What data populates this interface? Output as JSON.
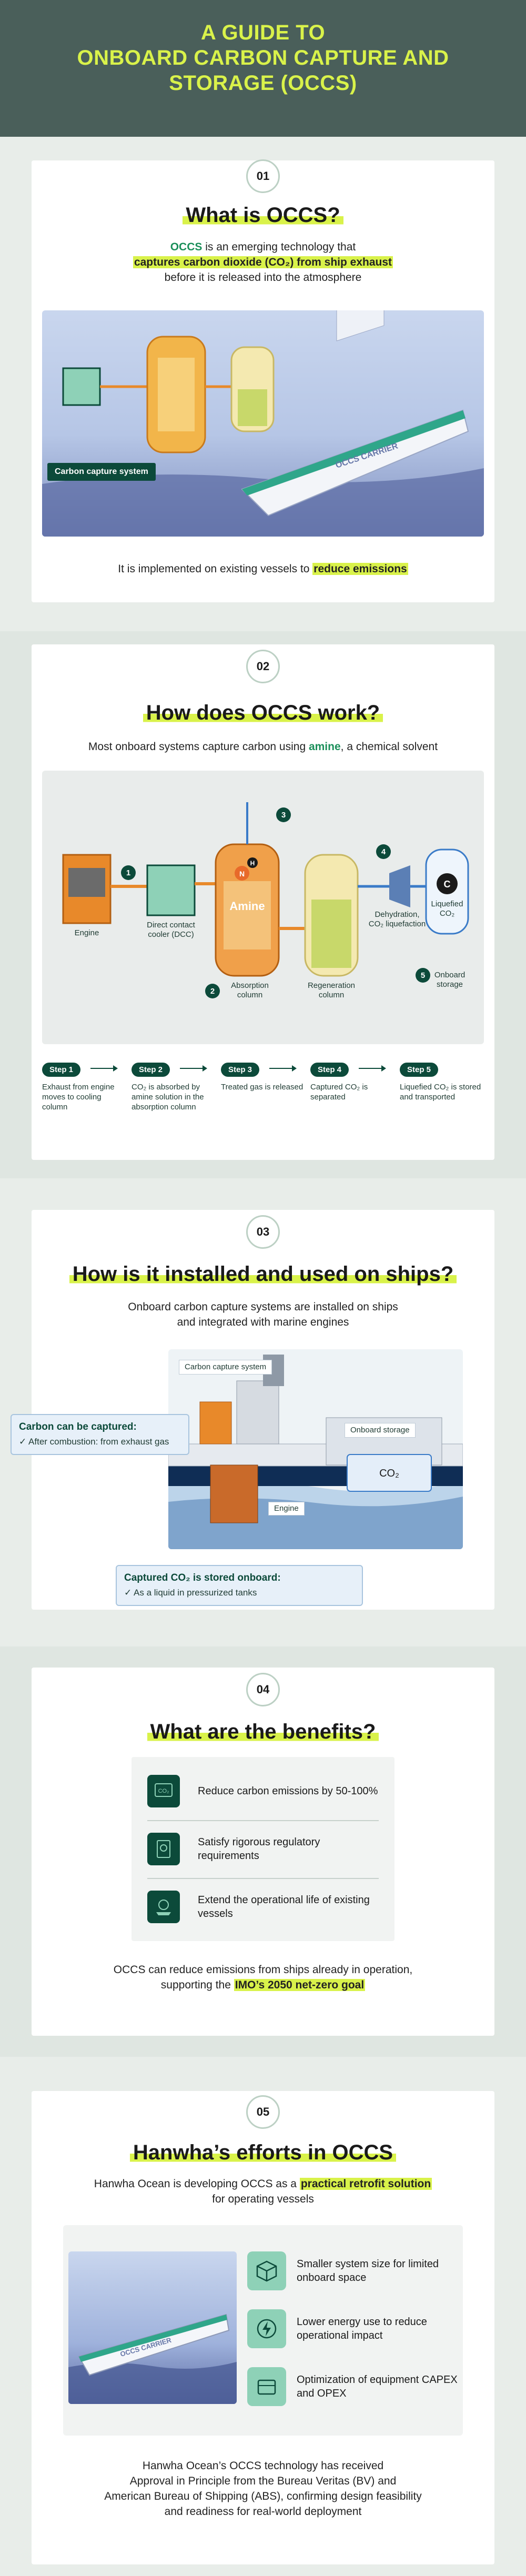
{
  "header": {
    "line1": "A GUIDE TO",
    "line2": "ONBOARD CARBON CAPTURE AND",
    "line3": "STORAGE (OCCS)"
  },
  "s1": {
    "num": "01",
    "title": "What is OCCS?",
    "p1_a": "OCCS",
    "p1_b": " is an emerging technology that",
    "p1_hl": "captures carbon dioxide (CO₂) from ship exhaust",
    "p1_c": "before it is released into the atmosphere",
    "img_label": "Carbon capture system",
    "ship_name": "OCCS CARRIER",
    "p2_a": "It is implemented on existing vessels to ",
    "p2_hl": "reduce emissions"
  },
  "s2": {
    "num": "02",
    "title": "How does OCCS work?",
    "p1_a": "Most onboard systems capture carbon using ",
    "p1_hl": "amine",
    "p1_b": ", a chemical solvent",
    "labels": {
      "engine": "Engine",
      "dcc": "Direct contact cooler (DCC)",
      "amine": "Amine",
      "absorption": "Absorption column",
      "regeneration": "Regeneration column",
      "dehydration": "Dehydration, CO₂ liquefaction",
      "liquefied": "Liquefied CO₂",
      "onboard": "Onboard storage",
      "n": "N",
      "h": "H",
      "c": "C"
    },
    "circles": [
      "1",
      "2",
      "3",
      "4",
      "5"
    ],
    "steps": [
      {
        "label": "Step 1",
        "desc": "Exhaust from engine moves to cooling column"
      },
      {
        "label": "Step 2",
        "desc": "CO₂ is absorbed by amine solution in the absorption column"
      },
      {
        "label": "Step 3",
        "desc": "Treated gas is released"
      },
      {
        "label": "Step 4",
        "desc": "Captured CO₂ is separated"
      },
      {
        "label": "Step 5",
        "desc": "Liquefied CO₂ is stored and transported"
      }
    ]
  },
  "s3": {
    "num": "03",
    "title": "How is it installed and used on ships?",
    "p1": "Onboard carbon capture systems are installed on ships",
    "p2": "and integrated with marine engines",
    "labels": {
      "ccs": "Carbon capture system",
      "onboard": "Onboard storage",
      "co2": "CO₂",
      "engine": "Engine"
    },
    "callout1": {
      "title": "Carbon can be captured:",
      "item": "After combustion: from exhaust gas"
    },
    "callout2": {
      "title": "Captured CO₂ is stored onboard:",
      "item": "As a liquid in pressurized tanks"
    }
  },
  "s4": {
    "num": "04",
    "title": "What are the benefits?",
    "benefits": [
      {
        "text": "Reduce carbon emissions by 50-100%",
        "icon": "co2-reduction-icon"
      },
      {
        "text": "Satisfy rigorous regulatory requirements",
        "icon": "regulation-icon"
      },
      {
        "text": "Extend the operational life of existing vessels",
        "icon": "ship-life-icon"
      }
    ],
    "p1": "OCCS can reduce emissions from ships already in operation,",
    "p2_a": "supporting the ",
    "p2_hl": "IMO’s 2050 net-zero goal"
  },
  "s5": {
    "num": "05",
    "title": "Hanwha’s efforts in OCCS",
    "p1_a": "Hanwha Ocean is developing OCCS as a ",
    "p1_hl": "practical retrofit solution",
    "p1_b": "for operating vessels",
    "ship_name": "OCCS CARRIER",
    "efforts": [
      {
        "text": "Smaller system size for limited onboard space",
        "icon": "cube-icon"
      },
      {
        "text": "Lower energy use to reduce operational impact",
        "icon": "energy-icon"
      },
      {
        "text": "Optimization of equipment CAPEX and OPEX",
        "icon": "equipment-icon"
      }
    ],
    "f1": "Hanwha Ocean’s OCCS technology has received",
    "f2": "Approval in Principle from the Bureau Veritas (BV) and",
    "f3": "American Bureau of Shipping (ABS), confirming design feasibility",
    "f4": "and readiness for real-world deployment"
  },
  "colors": {
    "header_bg": "#4a5f5a",
    "accent": "#d9f24a",
    "dark_green": "#0c4a3a",
    "teal": "#8ed1b7",
    "amine_orange": "#e8892a"
  }
}
